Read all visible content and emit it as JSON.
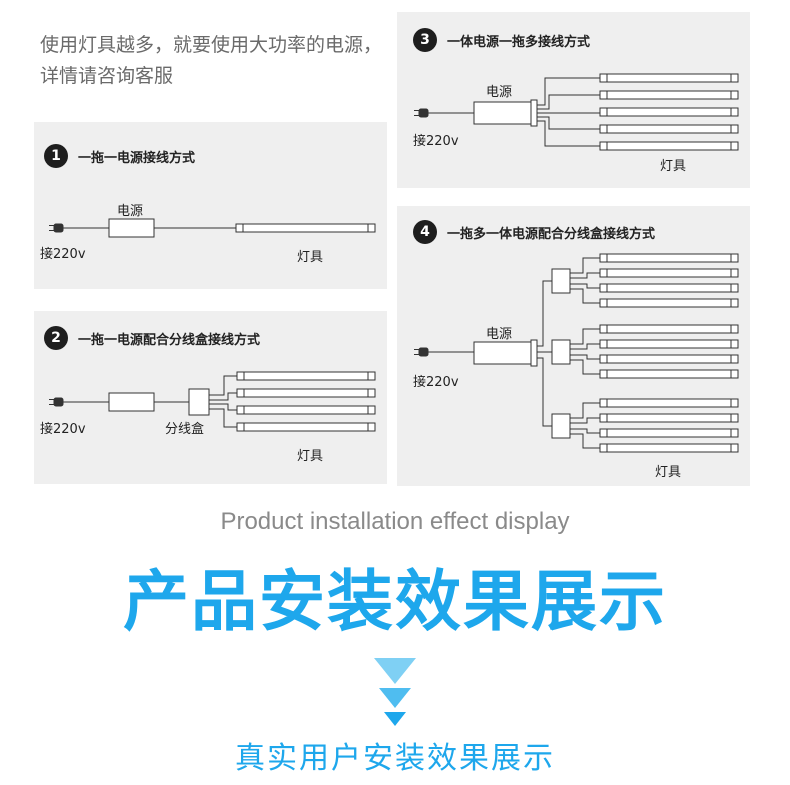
{
  "note": "使用灯具越多，就要使用大功率的电源，详情请咨询客服",
  "panels": {
    "p1": {
      "number": "1",
      "title": "一拖一电源接线方式",
      "power_label": "电源",
      "input_label": "接220v",
      "lamp_label": "灯具"
    },
    "p2": {
      "number": "2",
      "title": "一拖一电源配合分线盒接线方式",
      "input_label": "接220v",
      "box_label": "分线盒",
      "lamp_label": "灯具"
    },
    "p3": {
      "number": "3",
      "title": "一体电源一拖多接线方式",
      "power_label": "电源",
      "input_label": "接220v",
      "lamp_label": "灯具"
    },
    "p4": {
      "number": "4",
      "title": "一拖多一体电源配合分线盒接线方式",
      "power_label": "电源",
      "input_label": "接220v",
      "lamp_label": "灯具"
    }
  },
  "section": {
    "english_title": "Product installation effect display",
    "chinese_title": "产品安装效果展示",
    "subtitle": "真实用户安装效果展示"
  },
  "colors": {
    "accent": "#1ea7ec",
    "arrow": "#7fd0f4",
    "panel_bg": "#efefef",
    "line": "#333333"
  }
}
